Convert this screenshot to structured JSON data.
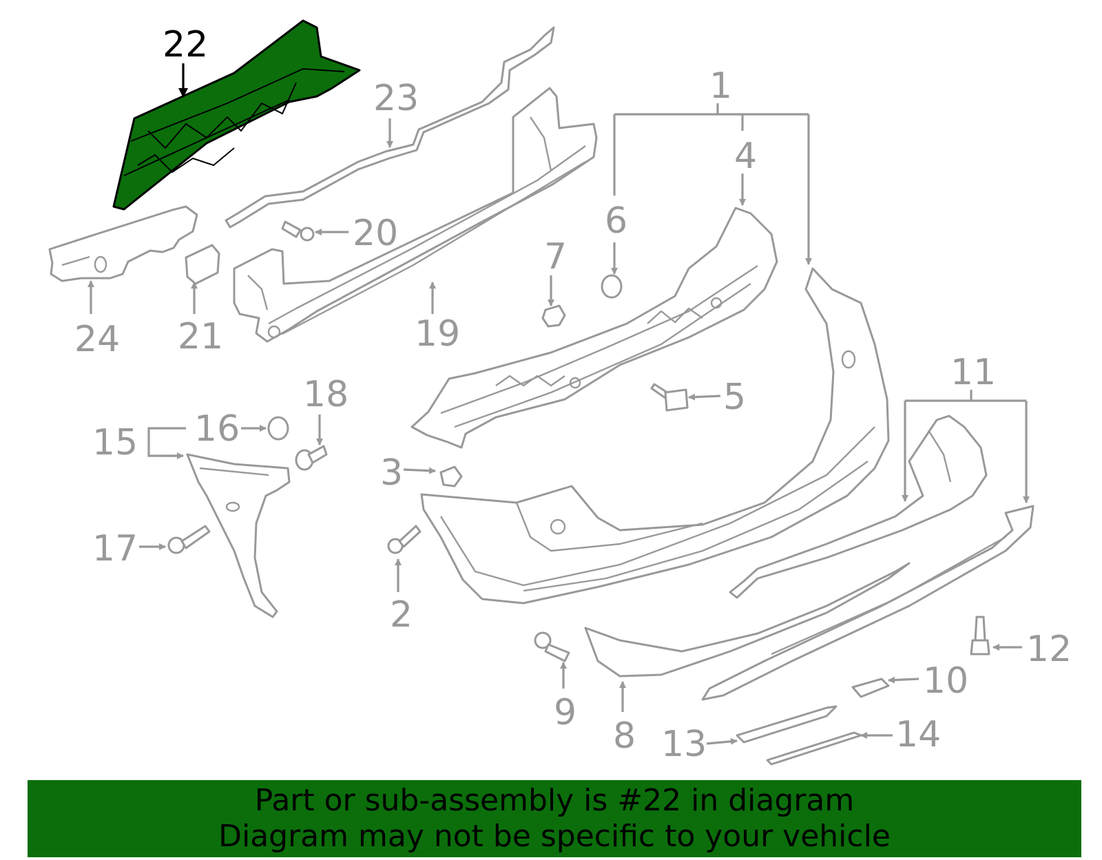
{
  "callouts": [
    {
      "id": "1",
      "label": "1"
    },
    {
      "id": "2",
      "label": "2"
    },
    {
      "id": "3",
      "label": "3"
    },
    {
      "id": "4",
      "label": "4"
    },
    {
      "id": "5",
      "label": "5"
    },
    {
      "id": "6",
      "label": "6"
    },
    {
      "id": "7",
      "label": "7"
    },
    {
      "id": "8",
      "label": "8"
    },
    {
      "id": "9",
      "label": "9"
    },
    {
      "id": "10",
      "label": "10"
    },
    {
      "id": "11",
      "label": "11"
    },
    {
      "id": "12",
      "label": "12"
    },
    {
      "id": "13",
      "label": "13"
    },
    {
      "id": "14",
      "label": "14"
    },
    {
      "id": "15",
      "label": "15"
    },
    {
      "id": "16",
      "label": "16"
    },
    {
      "id": "17",
      "label": "17"
    },
    {
      "id": "18",
      "label": "18"
    },
    {
      "id": "19",
      "label": "19"
    },
    {
      "id": "20",
      "label": "20"
    },
    {
      "id": "21",
      "label": "21"
    },
    {
      "id": "22",
      "label": "22"
    },
    {
      "id": "23",
      "label": "23"
    },
    {
      "id": "24",
      "label": "24"
    }
  ],
  "highlighted_part": "22",
  "colors": {
    "highlight": "#0b6e0b",
    "line": "#999999",
    "highlight_label": "#000000"
  },
  "banner": {
    "line1": "Part or sub-assembly is #22 in diagram",
    "line2": "Diagram may not be specific to your vehicle"
  }
}
